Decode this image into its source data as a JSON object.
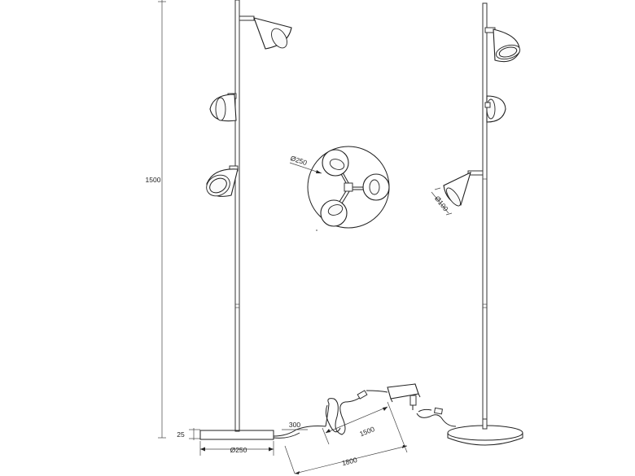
{
  "drawing": {
    "labels": {
      "total_height": "1500",
      "base_height": "25",
      "base_diameter": "Ø250",
      "top_view_diameter": "Ø250",
      "shade_diameter": "Ø100",
      "cable_300": "300",
      "cable_1500": "1500",
      "cable_1800": "1800"
    }
  }
}
